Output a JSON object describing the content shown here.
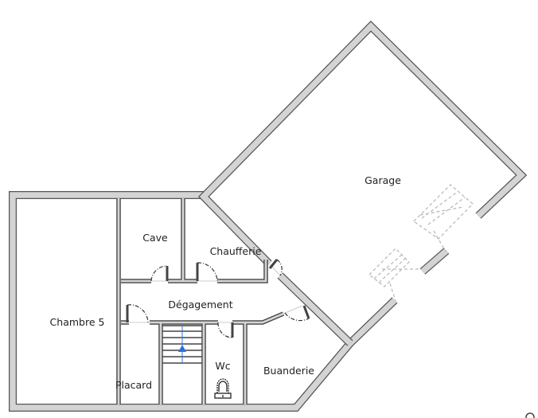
{
  "rooms": {
    "garage": "Garage",
    "cave": "Cave",
    "chaufferie": "Chaufferie",
    "degagement": "Dégagement",
    "chambre": "Chambre 5",
    "placard": "Placard",
    "wc": "Wc",
    "buanderie": "Buanderie"
  },
  "symbols": [
    "staircase-up-arrow",
    "toilet-icon",
    "door-swings",
    "garage-door-outlines"
  ],
  "colors": {
    "wall_fill": "#d4d4d4",
    "wall_edge": "#555555",
    "stair_arrow": "#2f6fd6"
  }
}
